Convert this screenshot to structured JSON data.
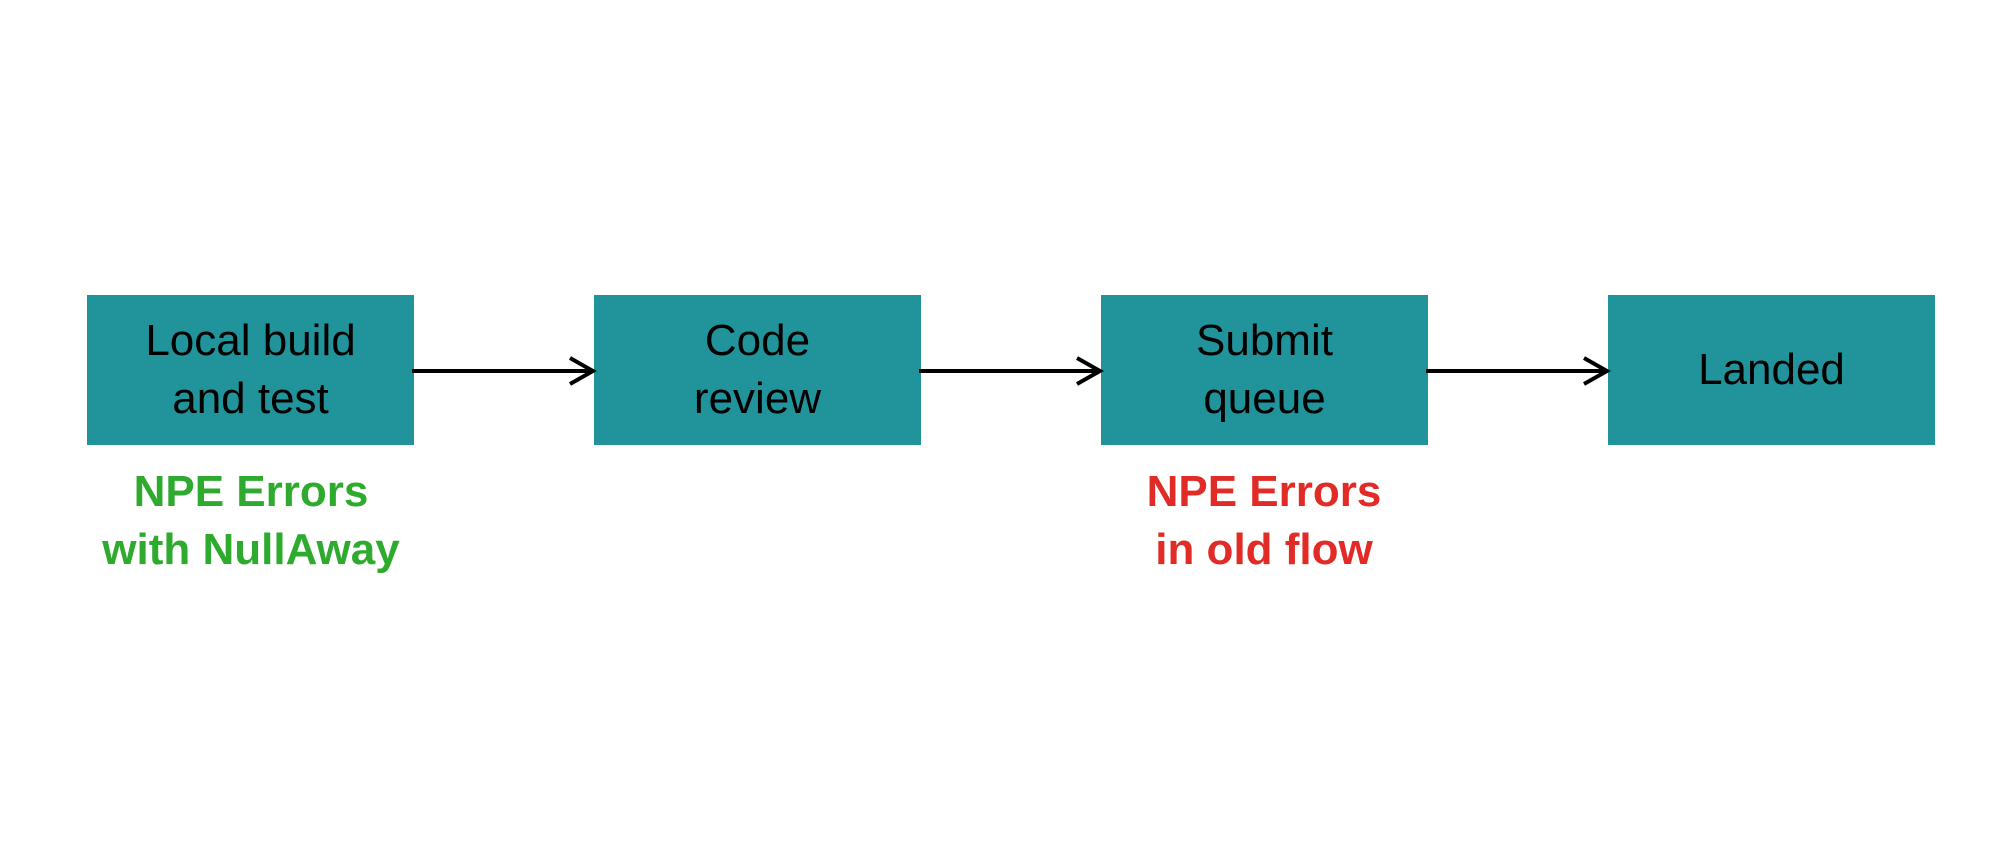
{
  "colors": {
    "box_fill": "#21939b",
    "box_text": "#000000",
    "arrow": "#000000",
    "note_good": "#2eaa2e",
    "note_bad": "#e02b27"
  },
  "steps": [
    {
      "label": "Local build\nand test"
    },
    {
      "label": "Code\nreview"
    },
    {
      "label": "Submit\nqueue"
    },
    {
      "label": "Landed"
    }
  ],
  "annotations": [
    {
      "text": "NPE Errors\nwith NullAway",
      "tone": "good"
    },
    {
      "text": "NPE Errors\nin old flow",
      "tone": "bad"
    }
  ]
}
